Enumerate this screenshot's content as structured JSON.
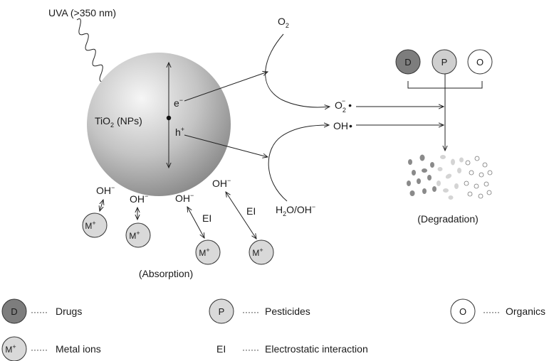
{
  "light": {
    "label": "UVA (>350 nm)"
  },
  "particle": {
    "label_main": "TiO",
    "label_sub": "2",
    "label_tail": " (NPs)",
    "electron": "e",
    "electron_sup": "−",
    "hole": "h",
    "hole_sup": "+"
  },
  "oxygen": {
    "main": "O",
    "sub": "2"
  },
  "superoxide": {
    "main": "O",
    "sub": "2",
    "sup": "−",
    "dot": "•"
  },
  "hydroxyl": {
    "main": "OH",
    "dot": "•"
  },
  "water": {
    "main": "H",
    "sub": "2",
    "tail": "O/OH",
    "sup": "−"
  },
  "pollutants": [
    {
      "letter": "D",
      "color": "#7d7d7d"
    },
    {
      "letter": "P",
      "color": "#cfcfcf"
    },
    {
      "letter": "O",
      "color": "#ffffff"
    }
  ],
  "degradation": {
    "caption": "(Degradation)"
  },
  "absorption": {
    "caption": "(Absorption)",
    "ion": "M",
    "ion_sup": "+",
    "hydroxide": "OH",
    "hydroxide_sup": "−",
    "ei": "EI"
  },
  "legend": {
    "drugs": {
      "symbol": "D",
      "text": "Drugs"
    },
    "pesticides": {
      "symbol": "P",
      "text": "Pesticides"
    },
    "organics": {
      "symbol": "O",
      "text": "Organics"
    },
    "metal": {
      "symbol": "M",
      "symbol_sup": "+",
      "text": "Metal ions"
    },
    "ei": {
      "symbol": "EI",
      "text": "Electrostatic interaction"
    },
    "dots": "······"
  },
  "colors": {
    "sphere_light": "#f4f4f4",
    "sphere_dark": "#8a8a8a",
    "ion_fill": "#d9d9d9"
  }
}
